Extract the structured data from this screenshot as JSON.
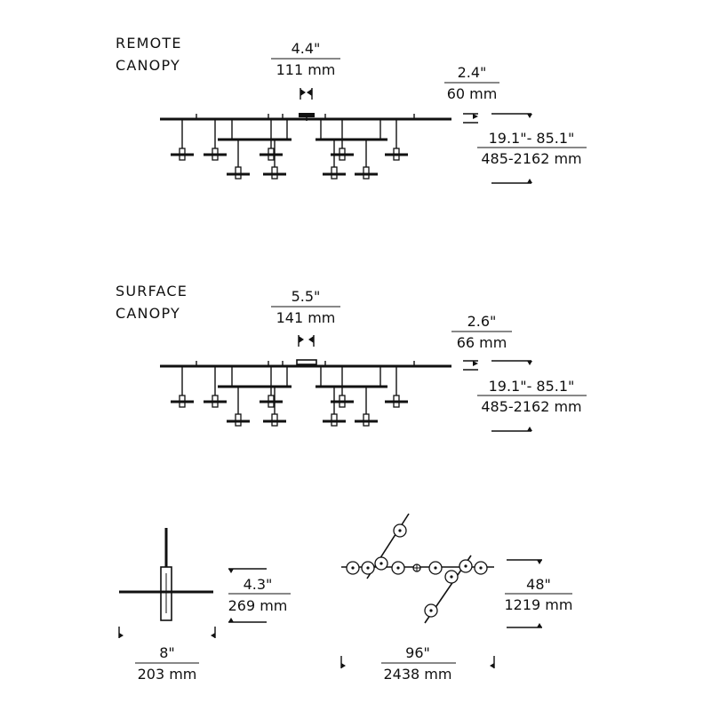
{
  "views": {
    "remote": {
      "title_line1": "REMOTE",
      "title_line2": "CANOPY",
      "canopy_width_in": "4.4\"",
      "canopy_width_mm": "111 mm",
      "canopy_height_in": "2.4\"",
      "canopy_height_mm": "60 mm",
      "drop_in": "19.1\"- 85.1\"",
      "drop_mm": "485-2162 mm"
    },
    "surface": {
      "title_line1": "SURFACE",
      "title_line2": "CANOPY",
      "canopy_width_in": "5.5\"",
      "canopy_width_mm": "141 mm",
      "canopy_height_in": "2.6\"",
      "canopy_height_mm": "66 mm",
      "drop_in": "19.1\"- 85.1\"",
      "drop_mm": "485-2162 mm"
    }
  },
  "pendant_detail": {
    "height_in": "4.3\"",
    "height_mm": "269 mm",
    "width_in": "8\"",
    "width_mm": "203 mm"
  },
  "plan_view": {
    "length_in": "96\"",
    "length_mm": "2438 mm",
    "depth_in": "48\"",
    "depth_mm": "1219 mm"
  },
  "colors": {
    "ink": "#111111",
    "background": "#ffffff"
  }
}
